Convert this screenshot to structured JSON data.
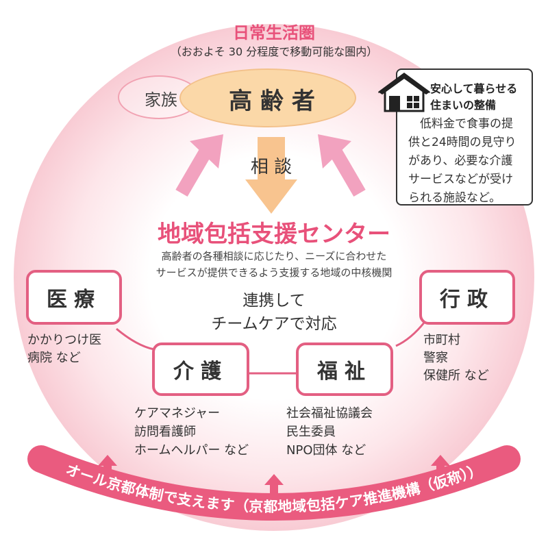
{
  "living_area": {
    "title": "日常生活圏",
    "subtitle": "（おおよそ 30 分程度で移動可能な圏内）"
  },
  "center_top": {
    "elderly": "高 齢 者",
    "family": "家族",
    "consult": "相 談"
  },
  "housing": {
    "title_line1": "安心して暮らせる",
    "title_line2": "住まいの整備",
    "desc_line1": "低料金で食事の提",
    "desc_line2": "供と24時間の見守り",
    "desc_line3": "があり、必要な介護",
    "desc_line4": "サービスなどが受け",
    "desc_line5": "られる施設など。"
  },
  "support_center": {
    "title": "地域包括支援センター",
    "desc_line1": "高齢者の各種相談に応じたり、ニーズに合わせた",
    "desc_line2": "サービスが提供できるよう支援する地域の中核機関"
  },
  "team_care": {
    "line1": "連携して",
    "line2": "チームケアで対応"
  },
  "nodes": {
    "medical": {
      "label": "医療",
      "items": [
        "かかりつけ医",
        "病院 など"
      ]
    },
    "admin": {
      "label": "行政",
      "items": [
        "市町村",
        "警察",
        "保健所 など"
      ]
    },
    "care": {
      "label": "介護",
      "items": [
        "ケアマネジャー",
        "訪問看護師",
        "ホームヘルパー など"
      ]
    },
    "welfare": {
      "label": "福祉",
      "items": [
        "社会福祉協議会",
        "民生委員",
        "NPO団体 など"
      ]
    }
  },
  "bottom_banner": {
    "text": "オール京都体制で支えます（京都地域包括ケア推進機構（仮称））"
  },
  "colors": {
    "pink": "#e8517a",
    "box_border": "#e35f82",
    "elder_fill": "#fbd8a8",
    "arrow_pink": "#f2a2bf",
    "arrow_orange": "#f8c48f",
    "banner": "#ea5b7f"
  }
}
